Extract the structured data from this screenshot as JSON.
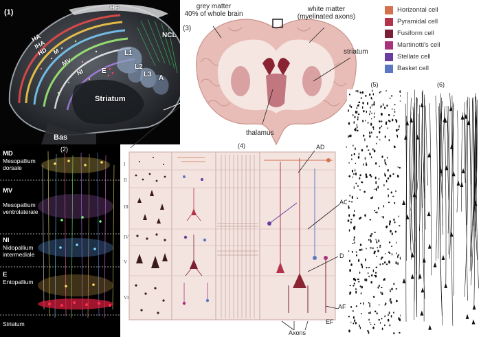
{
  "panel1": {
    "number": "(1)",
    "regions": {
      "hf": "HF",
      "ha": "HA",
      "hd": "HD",
      "ihm": "IHA",
      "m": "M",
      "mv": "MV",
      "ni": "NI",
      "e": "E",
      "ncl": "NCL",
      "l1": "L1",
      "l2": "L2",
      "l3": "L3",
      "a": "A",
      "striatum": "Striatum",
      "bas": "Bas"
    }
  },
  "panel2": {
    "number": "(2)",
    "rows": [
      {
        "abbr": "MD",
        "name1": "Mesopallium",
        "name2": "dorsale"
      },
      {
        "abbr": "MV",
        "name1": "Mesopallium",
        "name2": "ventrolaterale"
      },
      {
        "abbr": "NI",
        "name1": "Nidopallium",
        "name2": "intermediale"
      },
      {
        "abbr": "E",
        "name1": "Entopallium",
        "name2": ""
      },
      {
        "abbr": "",
        "name1": "Striatum",
        "name2": ""
      }
    ]
  },
  "panel3": {
    "number": "(3)",
    "grey_matter_1": "grey matter",
    "grey_matter_2": "40% of whole brain",
    "white_matter_1": "white matter",
    "white_matter_2": "(myelinated axons)",
    "striatum": "striatum",
    "thalamus": "thalamus"
  },
  "legend": [
    {
      "label": "Horizontal cell",
      "color": "#d4714f"
    },
    {
      "label": "Pyramidal cell",
      "color": "#b2334a"
    },
    {
      "label": "Fusiform cell",
      "color": "#7a1f35"
    },
    {
      "label": "Martinotti's cell",
      "color": "#a8337d"
    },
    {
      "label": "Stellate cell",
      "color": "#6a3da0"
    },
    {
      "label": "Basket cell",
      "color": "#5b77c2"
    }
  ],
  "panel4": {
    "number": "(4)",
    "layers": [
      "I",
      "II",
      "III",
      "IV",
      "V",
      "VI"
    ],
    "annotations": {
      "ad": "AD",
      "ac": "AC",
      "d": "D",
      "af": "AF",
      "ef": "EF",
      "axons": "Axons"
    }
  },
  "panel5": {
    "number": "(5)"
  },
  "panel6": {
    "number": "(6)"
  }
}
